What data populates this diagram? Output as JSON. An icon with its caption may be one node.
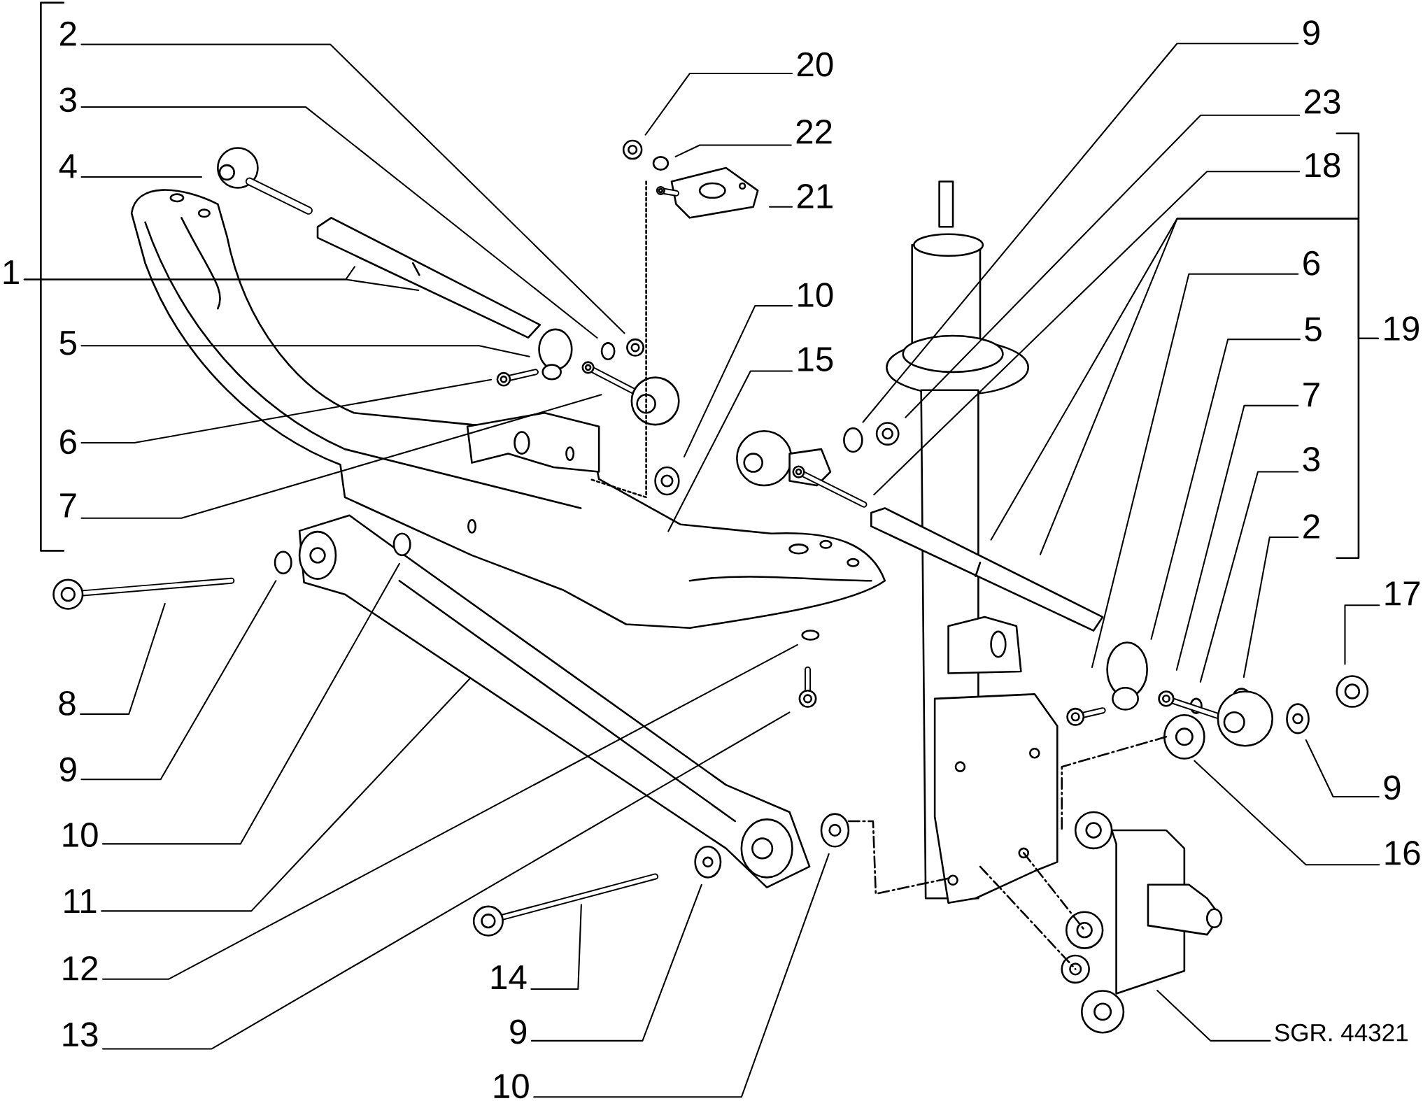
{
  "diagram": {
    "nodes": [
      {
        "text": [
          "2"
        ]
      },
      {
        "text": [
          "3"
        ]
      },
      {
        "text": [
          "4"
        ]
      },
      {
        "text": [
          "1"
        ]
      },
      {
        "text": [
          "5"
        ]
      },
      {
        "text": [
          "6"
        ]
      },
      {
        "text": [
          "7"
        ]
      },
      {
        "text": [
          "8"
        ]
      },
      {
        "text": [
          "9"
        ]
      },
      {
        "text": [
          "10"
        ]
      },
      {
        "text": [
          "11"
        ]
      },
      {
        "text": [
          "12"
        ]
      },
      {
        "text": [
          "13"
        ]
      },
      {
        "text": [
          "14"
        ]
      },
      {
        "text": [
          "9"
        ]
      },
      {
        "text": [
          "10"
        ]
      },
      {
        "text": [
          "20"
        ]
      },
      {
        "text": [
          "22"
        ]
      },
      {
        "text": [
          "21"
        ]
      },
      {
        "text": [
          "10"
        ]
      },
      {
        "text": [
          "15"
        ]
      },
      {
        "text": [
          "9"
        ]
      },
      {
        "text": [
          "23"
        ]
      },
      {
        "text": [
          "18"
        ]
      },
      {
        "text": [
          "19"
        ]
      },
      {
        "text": [
          "6"
        ]
      },
      {
        "text": [
          "5"
        ]
      },
      {
        "text": [
          "7"
        ]
      },
      {
        "text": [
          "3"
        ]
      },
      {
        "text": [
          "2"
        ]
      },
      {
        "text": [
          "17"
        ]
      },
      {
        "text": [
          "9"
        ]
      },
      {
        "text": [
          "16"
        ]
      },
      {
        "text": [
          "SGR. 44321"
        ]
      }
    ],
    "edges": [
      {
        "from": 0,
        "to": null,
        "arrow": "none"
      },
      {
        "from": 1,
        "to": null,
        "arrow": "none"
      },
      {
        "from": 2,
        "to": null,
        "arrow": "none"
      },
      {
        "from": 3,
        "to": null,
        "arrow": "none"
      },
      {
        "from": 3,
        "to": null,
        "arrow": "none"
      },
      {
        "from": 4,
        "to": null,
        "arrow": "none"
      },
      {
        "from": 5,
        "to": null,
        "arrow": "none"
      },
      {
        "from": 6,
        "to": null,
        "arrow": "none"
      },
      {
        "from": 7,
        "to": null,
        "arrow": "none"
      },
      {
        "from": 8,
        "to": null,
        "arrow": "none"
      },
      {
        "from": 9,
        "to": null,
        "arrow": "none"
      },
      {
        "from": 10,
        "to": null,
        "arrow": "none"
      },
      {
        "from": 11,
        "to": null,
        "arrow": "none"
      },
      {
        "from": 12,
        "to": null,
        "arrow": "none"
      },
      {
        "from": 13,
        "to": null,
        "arrow": "none"
      },
      {
        "from": 14,
        "to": null,
        "arrow": "none"
      },
      {
        "from": 15,
        "to": null,
        "arrow": "none"
      },
      {
        "from": 16,
        "to": null,
        "arrow": "none"
      },
      {
        "from": 17,
        "to": null,
        "arrow": "none"
      },
      {
        "from": 18,
        "to": null,
        "arrow": "none"
      },
      {
        "from": 19,
        "to": null,
        "arrow": "none"
      },
      {
        "from": 20,
        "to": null,
        "arrow": "none"
      },
      {
        "from": 21,
        "to": null,
        "arrow": "none"
      },
      {
        "from": 22,
        "to": null,
        "arrow": "none"
      },
      {
        "from": 23,
        "to": null,
        "arrow": "none"
      },
      {
        "from": 24,
        "to": null,
        "arrow": "none"
      },
      {
        "from": 24,
        "to": null,
        "arrow": "none"
      },
      {
        "from": 25,
        "to": null,
        "arrow": "none"
      },
      {
        "from": 26,
        "to": null,
        "arrow": "none"
      },
      {
        "from": 27,
        "to": null,
        "arrow": "none"
      },
      {
        "from": 28,
        "to": null,
        "arrow": "none"
      },
      {
        "from": 29,
        "to": null,
        "arrow": "none"
      },
      {
        "from": 30,
        "to": null,
        "arrow": "none"
      },
      {
        "from": 31,
        "to": null,
        "arrow": "none"
      },
      {
        "from": 32,
        "to": null,
        "arrow": "none"
      },
      {
        "from": 33,
        "to": null,
        "arrow": "none"
      }
    ]
  }
}
